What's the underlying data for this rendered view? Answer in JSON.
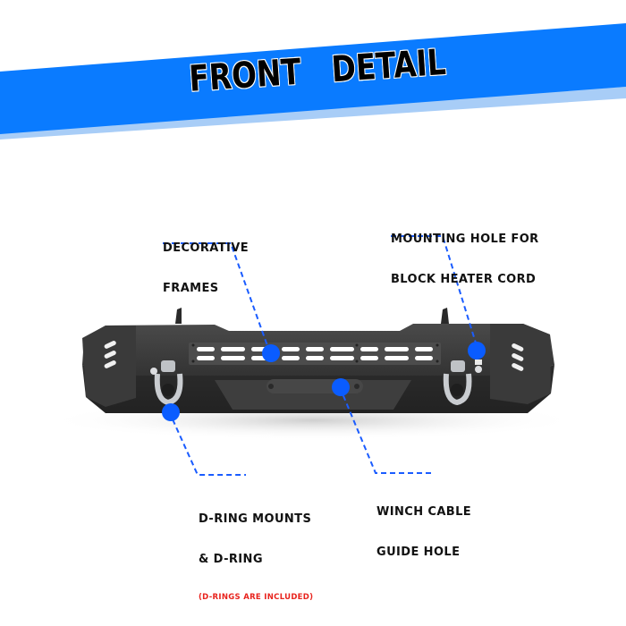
{
  "banner": {
    "title": "FRONT   DETAIL",
    "color": "#0a7bff",
    "shadow_color": "#a8cdf7"
  },
  "callouts": [
    {
      "id": "decorative-frames",
      "lines": [
        "DECORATIVE",
        "FRAMES"
      ]
    },
    {
      "id": "mounting-hole",
      "lines": [
        "MOUNTING HOLE FOR",
        "BLOCK HEATER CORD"
      ]
    },
    {
      "id": "d-ring-mounts",
      "lines": [
        "D-RING MOUNTS",
        "& D-RING"
      ],
      "note": "(D-RINGS ARE INCLUDED)"
    },
    {
      "id": "winch-cable",
      "lines": [
        "WINCH CABLE",
        "GUIDE HOLE"
      ]
    }
  ],
  "colors": {
    "marker": "#0a5cff",
    "leader_line": "#1a5cff",
    "bumper": "#3a3a3a",
    "note_text": "#e8231d"
  },
  "product": {
    "name": "front bumper",
    "hotspots": 4
  }
}
